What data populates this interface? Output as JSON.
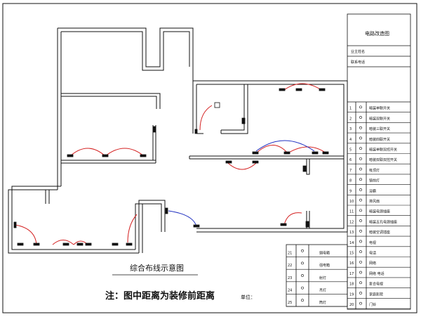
{
  "title_block": {
    "drawing_name": "电路改造图",
    "owner_name_label": "业主姓名",
    "contact_phone_label": "联系电话"
  },
  "legend_right": [
    {
      "num": "1",
      "label": "暗装单联开关"
    },
    {
      "num": "2",
      "label": "暗装双联开关"
    },
    {
      "num": "3",
      "label": "暗装三联开关"
    },
    {
      "num": "4",
      "label": "暗装四联开关"
    },
    {
      "num": "5",
      "label": "暗装单联双控开关"
    },
    {
      "num": "6",
      "label": "暗装双联双控开关"
    },
    {
      "num": "7",
      "label": "吸顶灯"
    },
    {
      "num": "8",
      "label": "镜前灯"
    },
    {
      "num": "9",
      "label": "浴霸"
    },
    {
      "num": "10",
      "label": "排风扇"
    },
    {
      "num": "11",
      "label": "暗装电源插座"
    },
    {
      "num": "12",
      "label": "暗装五孔电源插座"
    },
    {
      "num": "13",
      "label": "暗装空调插座"
    },
    {
      "num": "14",
      "label": "电视"
    },
    {
      "num": "15",
      "label": "电话"
    },
    {
      "num": "16",
      "label": "网络"
    },
    {
      "num": "17",
      "label": "网络  电话"
    },
    {
      "num": "18",
      "label": "复合电视"
    },
    {
      "num": "19",
      "label": "家庭影院"
    },
    {
      "num": "20",
      "label": "门铃"
    }
  ],
  "legend_left": [
    {
      "num": "21",
      "label": "弱电箱"
    },
    {
      "num": "22",
      "label": "强电箱"
    },
    {
      "num": "23",
      "label": "射灯"
    },
    {
      "num": "24",
      "label": "吊灯"
    },
    {
      "num": "25",
      "label": "筒灯"
    }
  ],
  "caption": "综合布线示意图",
  "note": "注：图中距离为装修前距离",
  "unit": "单位：",
  "colors": {
    "line": "#111111",
    "wire_red": "#d42020",
    "wire_blue": "#2030c0"
  }
}
